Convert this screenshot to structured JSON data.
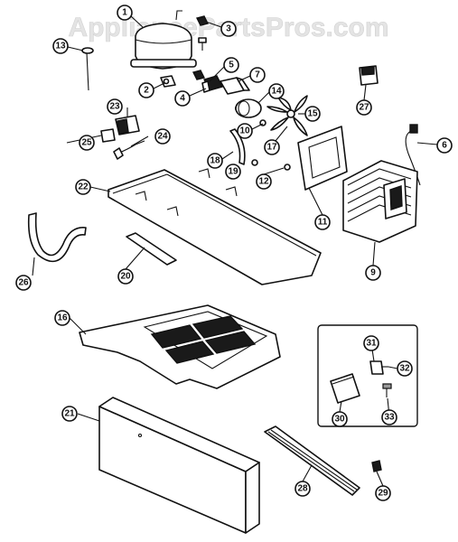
{
  "watermark": "AppliancePartsPros.com",
  "callouts": [
    "1",
    "2",
    "3",
    "4",
    "5",
    "6",
    "7",
    "9",
    "10",
    "11",
    "12",
    "13",
    "14",
    "15",
    "16",
    "17",
    "18",
    "19",
    "20",
    "21",
    "22",
    "23",
    "24",
    "25",
    "26",
    "27",
    "28",
    "29",
    "30",
    "31",
    "32",
    "33"
  ]
}
